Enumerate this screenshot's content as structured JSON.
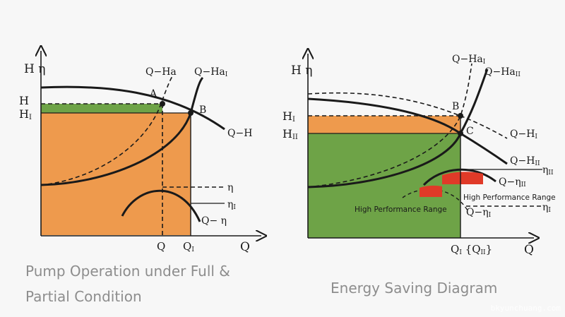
{
  "left": {
    "caption_line1": "Pump Operation under Full &",
    "caption_line2": "Partial Condition",
    "labels": {
      "y_axis": "H η",
      "H": "H",
      "H1": "H",
      "H1_sub": "I",
      "Q_axis": "Q",
      "Q": "Q",
      "Q1": "Q",
      "Q1_sub": "I",
      "point_A": "A",
      "point_B": "B",
      "curve_QHa": "Q−Ha",
      "curve_QHa1": "Q−Ha",
      "curve_QHa1_sub": "I",
      "curve_QH": "Q−H",
      "eta": "η",
      "eta1": "η",
      "eta1_sub": "I",
      "curve_Q_eta": "Q− η"
    }
  },
  "right": {
    "caption": "Energy Saving Diagram",
    "labels": {
      "y_axis": "H η",
      "HI": "H",
      "HI_sub": "I",
      "HII": "H",
      "HII_sub": "II",
      "Q_axis": "Q",
      "QI": "Q",
      "QI_sub": "I",
      "QII": "{Q",
      "QII_sub": "II",
      "QII_close": "}",
      "point_B": "B",
      "point_C": "C",
      "curve_QHaI": "Q−Ha",
      "curve_QHaI_sub": "I",
      "curve_QHaII": "Q−Ha",
      "curve_QHaII_sub": "II",
      "curve_QHI": "Q−H",
      "curve_QHI_sub": "I",
      "curve_QHII": "Q−H",
      "curve_QHII_sub": "II",
      "etaII": "η",
      "etaII_sub": "II",
      "curve_QetaII": "Q−η",
      "curve_QetaII_sub": "II",
      "curve_QetaI": "Q−η",
      "curve_QetaI_sub": "I",
      "etaI": "η",
      "etaI_sub": "I",
      "hpr1": "High Performance Range",
      "hpr2": "High Performance Range"
    }
  },
  "watermark": "bkyunchuang.com",
  "colors": {
    "orange": "#ee9a4d",
    "green": "#6ea347",
    "red": "#e03a28",
    "ink": "#1a1a1a"
  }
}
